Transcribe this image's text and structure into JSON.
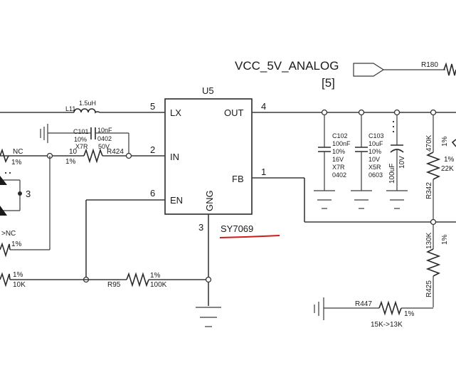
{
  "net": {
    "name": "VCC_5V_ANALOG",
    "ref": "[5]"
  },
  "ic": {
    "designator": "U5",
    "part": "SY7069",
    "pins": {
      "lx": {
        "num": "5",
        "name": "LX"
      },
      "in": {
        "num": "2",
        "name": "IN"
      },
      "en": {
        "num": "6",
        "name": "EN"
      },
      "out": {
        "num": "4",
        "name": "OUT"
      },
      "fb": {
        "num": "1",
        "name": "FB"
      },
      "gnd": {
        "num": "3",
        "name": "GNG"
      }
    },
    "underline_color": "#d11a1a"
  },
  "inductor": {
    "ref": "L11",
    "value": "1.5uH"
  },
  "c101": {
    "ref": "C101",
    "tol": "10%",
    "dielectric": "X7R",
    "value": "10nF",
    "package": "0402",
    "voltage": "50V"
  },
  "r424": {
    "ref": "R424",
    "value": "10",
    "tol": "1%"
  },
  "r95": {
    "ref": "R95",
    "value": "100K",
    "tol": "1%"
  },
  "r_left_bottom": {
    "value": "10K",
    "tol": "1%"
  },
  "left_top": {
    "value": "NC",
    "tol": "1%"
  },
  "left_mid": {
    "value": ">NC",
    "tol": "1%"
  },
  "diode_pin": "3",
  "c102": {
    "ref": "C102",
    "value": "100nF",
    "tol": "10%",
    "voltage": "16V",
    "dielectric": "X7R",
    "package": "0402"
  },
  "c103": {
    "ref": "C103",
    "value": "10uF",
    "tol": "10%",
    "voltage": "10V",
    "dielectric": "X5R",
    "package": "0603"
  },
  "c_bulk": {
    "value": "100uF",
    "voltage": "10V"
  },
  "r342": {
    "ref": "R342",
    "value": "470K",
    "tol": "1%"
  },
  "r425": {
    "ref": "R425",
    "value": "130K",
    "tol": "1%"
  },
  "r447": {
    "ref": "R447",
    "value": "15K->13K",
    "tol": "1%"
  },
  "r180": {
    "ref": "R180"
  },
  "right_edge": {
    "tol": "1%",
    "value": "22K"
  }
}
